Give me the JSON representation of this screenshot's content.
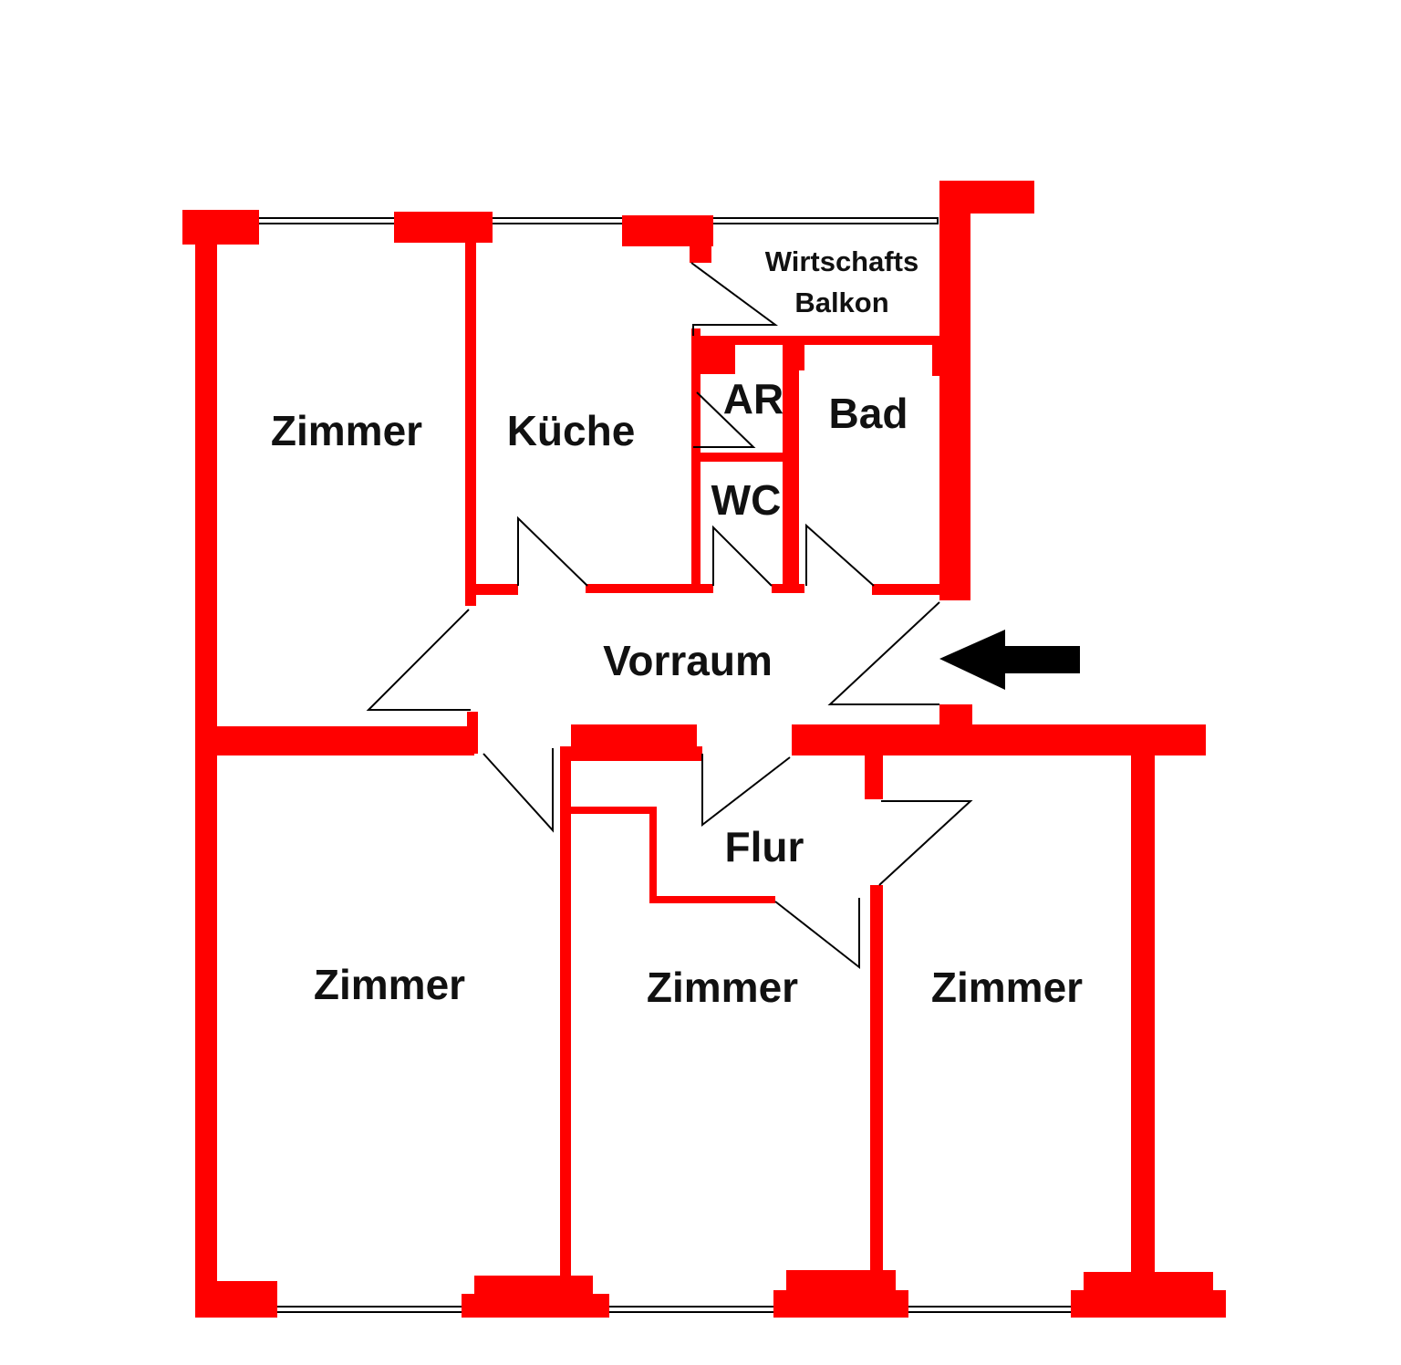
{
  "colors": {
    "wall": "#ff0000",
    "door_lines": "#000000",
    "entrance_arrow": "#000000",
    "text": "#111111"
  },
  "rooms": {
    "zimmer_top_left": "Zimmer",
    "kueche": "Küche",
    "wirtschafts": "Wirtschafts",
    "balkon": "Balkon",
    "ar": "AR",
    "bad": "Bad",
    "wc": "WC",
    "vorraum": "Vorraum",
    "flur": "Flur",
    "zimmer_bottom_left": "Zimmer",
    "zimmer_bottom_middle": "Zimmer",
    "zimmer_bottom_right": "Zimmer"
  },
  "icons": {
    "entrance": "entrance-arrow-icon"
  }
}
